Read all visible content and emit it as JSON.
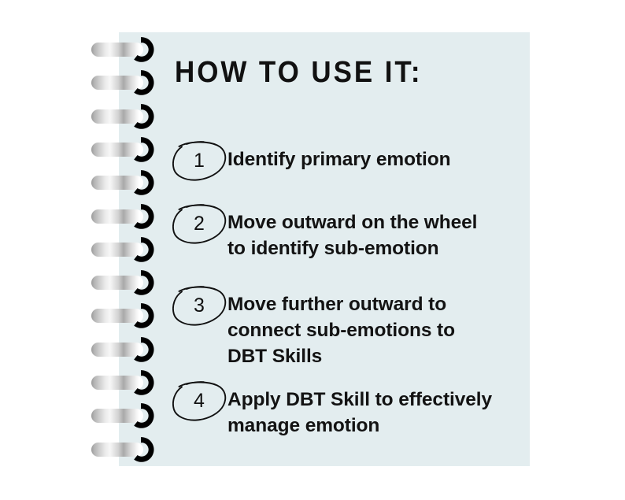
{
  "page": {
    "background_color": "#ffffff",
    "paper_color": "#e3edef",
    "ink_color": "#111111"
  },
  "binding": {
    "icon": "spiral-ring",
    "ring_count": 13,
    "wire_color": "#d9d9d9",
    "hoop_color": "#000000"
  },
  "header": {
    "title": "HOW TO USE IT:"
  },
  "steps": [
    {
      "number": "1",
      "lines": [
        "Identify primary emotion"
      ]
    },
    {
      "number": "2",
      "lines": [
        "Move outward on the wheel",
        "to identify sub-emotion"
      ]
    },
    {
      "number": "3",
      "lines": [
        "Move further outward to",
        "connect sub-emotions to",
        "DBT Skills"
      ]
    },
    {
      "number": "4",
      "lines": [
        "Apply DBT Skill to effectively",
        "manage emotion"
      ]
    }
  ]
}
